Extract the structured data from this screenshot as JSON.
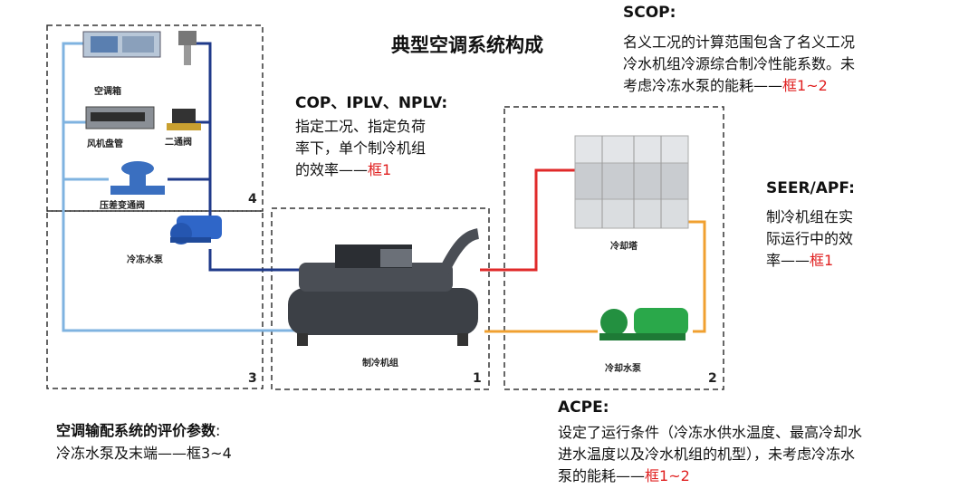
{
  "title": "典型空调系统构成",
  "scop": {
    "heading": "SCOP:",
    "lines": [
      "名义工况的计算范围包含了名义工况",
      "冷水机组冷源综合制冷性能系数。未",
      "考虑冷冻水泵的能耗——"
    ],
    "ref": "框1~2"
  },
  "cop": {
    "heading": "COP、IPLV、NPLV:",
    "lines": [
      "指定工况、指定负荷",
      "率下，单个制冷机组",
      "的效率——"
    ],
    "ref": "框1"
  },
  "seer": {
    "heading": "SEER/APF:",
    "lines": [
      "制冷机组在实",
      "际运行中的效",
      "率——"
    ],
    "ref": "框1"
  },
  "acpe": {
    "heading": "ACPE:",
    "lines": [
      "设定了运行条件（冷冻水供水温度、最高冷却水",
      "进水温度以及冷水机组的机型），未考虑冷冻水",
      "泵的能耗——"
    ],
    "ref": "框1~2"
  },
  "distribution": {
    "heading": "空调输配系统的评价参数",
    "colon": ":",
    "line": "冷冻水泵及末端——框3~4"
  },
  "components": {
    "ahu": "空调箱",
    "fcu": "风机盘管",
    "valve2": "二通阀",
    "dpvalve": "压差变通阀",
    "chw_pump": "冷冻水泵",
    "chiller": "制冷机组",
    "tower": "冷却塔",
    "cw_pump": "冷却水泵"
  },
  "boxes": {
    "b1": "1",
    "b2": "2",
    "b3": "3",
    "b4": "4"
  },
  "colors": {
    "chilled_supply": "#1f3a8a",
    "chilled_return": "#7fb3e0",
    "condenser_supply": "#e02a2a",
    "condenser_return": "#f0a030"
  }
}
